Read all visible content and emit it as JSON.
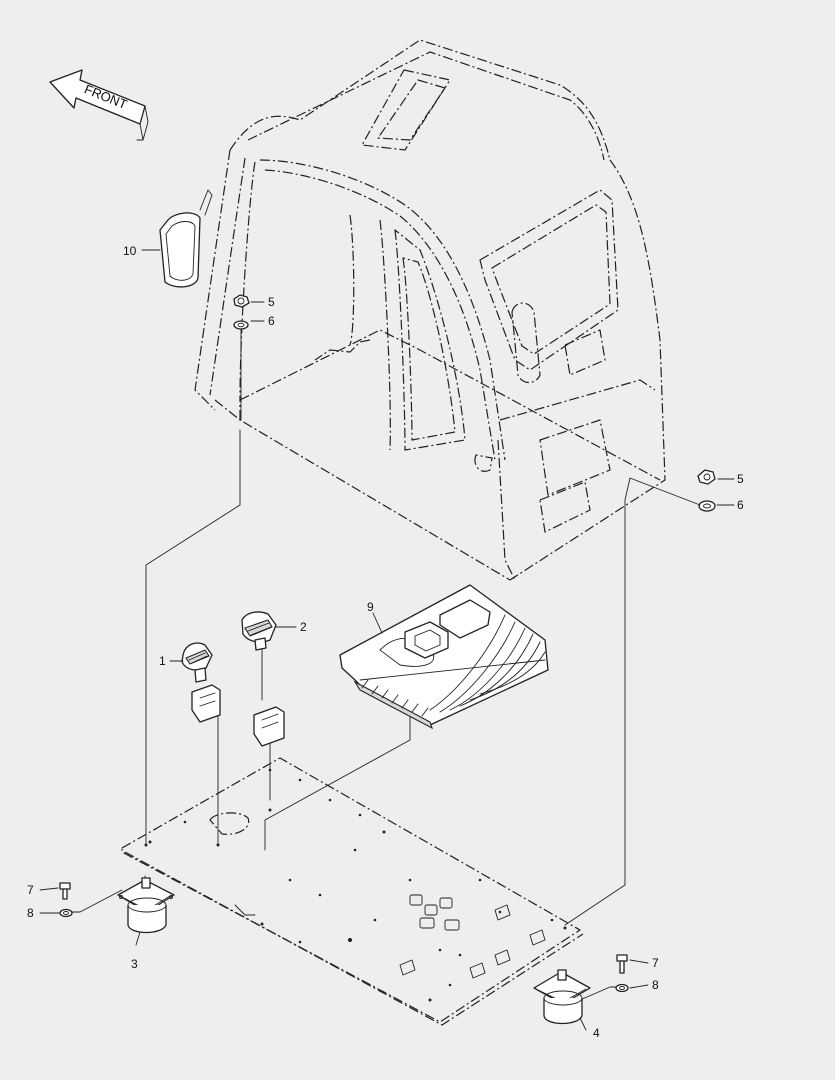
{
  "front_label": "FRONT",
  "callouts": {
    "c1": "1",
    "c2": "2",
    "c3": "3",
    "c4": "4",
    "c5a": "5",
    "c6a": "6",
    "c5b": "5",
    "c6b": "6",
    "c7a": "7",
    "c8a": "8",
    "c7b": "7",
    "c8b": "8",
    "c9": "9",
    "c10": "10"
  },
  "colors": {
    "line": "#222222",
    "background": "#eeeeee"
  }
}
